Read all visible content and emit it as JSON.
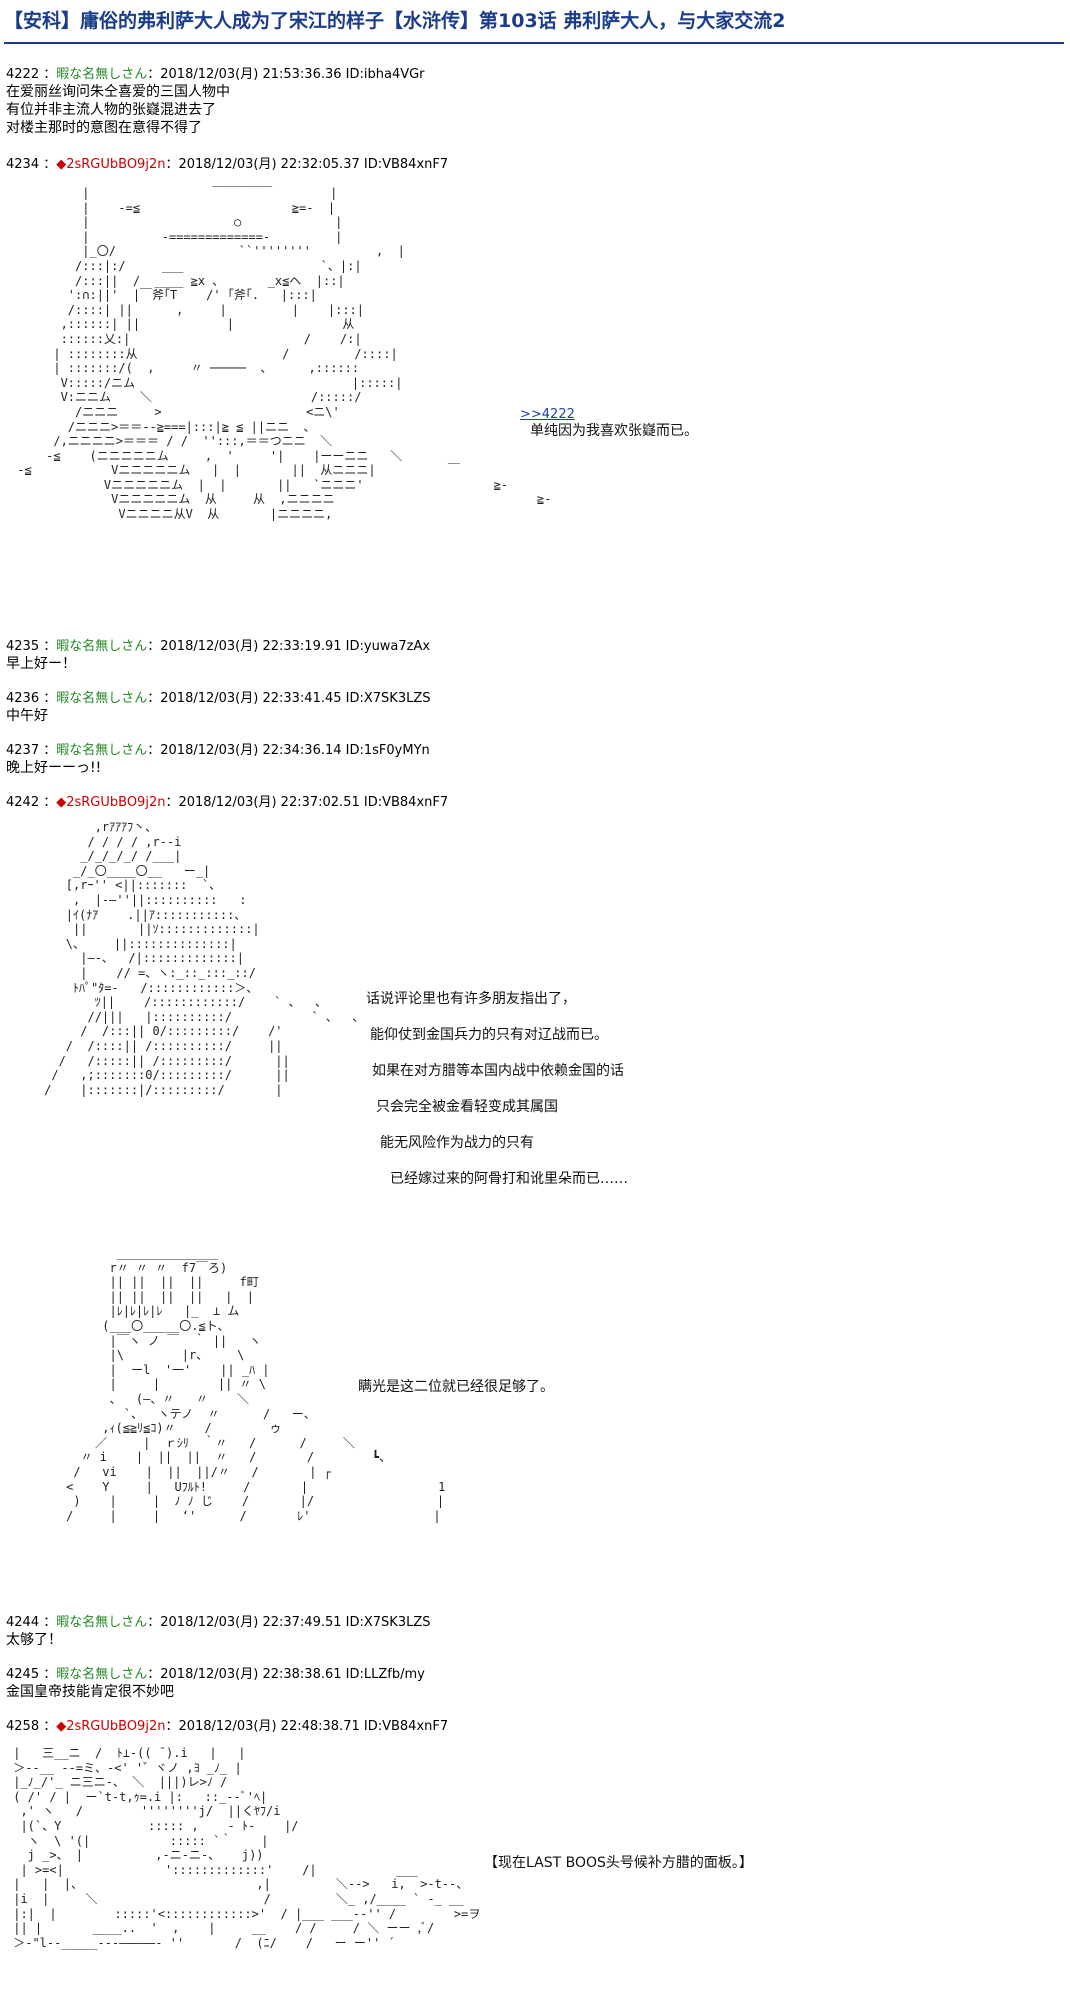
{
  "title": "【安科】庸俗的弗利萨大人成为了宋江的样子【水浒传】第103话 弗利萨大人，与大家交流2",
  "posts": [
    {
      "num": "4222 ：",
      "name": "暇な名無しさん",
      "sep": "：",
      "date": "2018/12/03(月) 21:53:36.36 ID:ibha4VGr",
      "lines": [
        "在爱丽丝询问朱仝喜爱的三国人物中",
        "有位并非主流人物的张嶷混进去了",
        "对楼主那时的意图在意得不得了"
      ]
    },
    {
      "num": "4234 ：",
      "trip": "◆",
      "name": "2sRGUbBO9j2n",
      "sep": "：",
      "date": "2018/12/03(月) 22:32:05.37 ID:VB84xnF7",
      "quote": ">>4222",
      "side": "单纯因为我喜欢张嶷而已。"
    },
    {
      "num": "4235 ：",
      "name": "暇な名無しさん",
      "sep": "：",
      "date": "2018/12/03(月) 22:33:19.91 ID:yuwa7zAx",
      "lines": [
        "早上好ー！"
      ]
    },
    {
      "num": "4236 ：",
      "name": "暇な名無しさん",
      "sep": "：",
      "date": "2018/12/03(月) 22:33:41.45 ID:X7SK3LZS",
      "lines": [
        "中午好"
      ]
    },
    {
      "num": "4237 ：",
      "name": "暇な名無しさん",
      "sep": "：",
      "date": "2018/12/03(月) 22:34:36.14 ID:1sF0yMYn",
      "lines": [
        "晚上好ーーっ!!"
      ]
    },
    {
      "num": "4242 ：",
      "trip": "◆",
      "name": "2sRGUbBO9j2n",
      "sep": "：",
      "date": "2018/12/03(月) 22:37:02.51 ID:VB84xnF7",
      "side_lines": [
        "话说评论里也有许多朋友指出了，",
        "能仰仗到金国兵力的只有对辽战而已。",
        "如果在对方腊等本国内战中依赖金国的话",
        "只会完全被金看轻变成其属国",
        "能无风险作为战力的只有",
        "已经嫁过来的阿骨打和讹里朵而已……"
      ],
      "side2": "瞒光是这二位就已经很足够了。"
    },
    {
      "num": "4244 ：",
      "name": "暇な名無しさん",
      "sep": "：",
      "date": "2018/12/03(月) 22:37:49.51 ID:X7SK3LZS",
      "lines": [
        "太够了！"
      ]
    },
    {
      "num": "4245 ：",
      "name": "暇な名無しさん",
      "sep": "：",
      "date": "2018/12/03(月) 22:38:38.61 ID:LLZfb/my",
      "lines": [
        "金国皇帝技能肯定很不妙吧"
      ]
    },
    {
      "num": "4258 ：",
      "trip": "◆",
      "name": "2sRGUbBO9j2n",
      "sep": "：",
      "date": "2018/12/03(月) 22:48:38.71 ID:VB84xnF7",
      "side": "【现在LAST BOOS头号候补方腊的面板。】"
    }
  ],
  "art": {
    "aa1": "          |                 ￣￣￣￣￣        |\n          |    -=≦                     ≧=-  |\n          |                    ○             |\n          |          -=============-         |\n          |_〇/                 ``''''''''         ,  |\n         /:::|:/     ___                   `、|:|\n         /:::||  /  ____ ≧x 、      _x≦ヘ  |::|\n        ':∩:||'  |￣斧｢T    /' ｢斧｢.   |:::|\n        /::::| ||      ,     |         |    |:::|\n       ,::::::| ||            |               从\n       ::::::乂:|                        /    /:|\n      | ::::::::从                    /         /::::|\n      | :::::::/(  ,     〃 ─────  、     ,::::::\n       V:::::/ニム                              |:::::|\n       V:ニニム    ＼                      /:::::/\n         /ニニニ     >                    <ニ\\'\n        /ニニニ>＝＝--≧===|:::|≧ ≦ ||ニニ  、\n      /,ニニニニ>＝＝＝ / /  '':::,＝＝つニニ  ＼\n     -≦    (ニニニニニム     ,  '     '|    |ーーニニ   ＼\n -≦           Vニニニニニム   |  |       ||  从ニニニ|          ￣\n             Vニニニニニム  |  |       ||   `ニニニ'                  ≧-\n              Vニニニニニム  从     从  ,ニニニニ                            ≧-\n               Vニニニニ从V  从       |ニニニニ,",
    "aa2": "            ,rｱｱｱﾌ丶、\n           / / / / ,r‐-i\n          _/_/_/_/ /___|\n         _/_〇____〇__   ー_|\n        [,rｰ'' <||:::::::  `、\n         ,  |-―''||::::::::::   :\n        |ｲ(ﾅｱ    .||ｱ:::::::::::、\n         ||       ||ｿ:::::::::::::|\n        \\、    ||::::::::::::::|\n          |―‐、  /|:::::::::::::|\n          |    // =、ヽ:_::_:::_::/\n         ﾄﾊﾟ\"ﾀ=-   /::::::::::::＞、\n            ﾂ||    /::::::::::::/    ` 、  、\n           //|||   |::::::::::/           ` 、  、\n          /  /:::|| 0/:::::::::/    /'                 \n        /  /::::|| /::::::::::/     ||\n       /   /:::::|| /:::::::::/      ||\n      /   ,;:::::::0/:::::::::/      ||\n     /    |:::::::|/:::::::::/       |",
    "aa3": "            ______________\n           r〃 〃 〃  f7￣ろ)\n           || ||  ||  ||     f町\n           || ||  ||  ||   |  |\n           |ﾚ|ﾚ|ﾚ|ﾚ   |_  ⊥ ム\n          (___〇_____〇.≦ト、\n           |￣ヽ ノ ￣  ｀ ||   ヽ\n           |\\        |r、    \\\n           |  ーl  '一'    || _ﾊ |\n           |     |        || 〃 \\\n           、  (―、〃   〃    ＼\n             `、  ヽテノ  〃      /   ー、\n          ,ｨ(≦≧ﾘ≦ｺ)〃    /        ゥ\n         ／     |  ｒｼﾘ  ｀〃   /      /     ＼\n       〃 i    |  ||  ||  〃   /       /        ┗、\n      /   vi    |  ||  ||/〃   /       | ┌\n     <    Y     |   Uﾌﾙﾄ!     /       |                  1\n      )    |     |  ﾉ ﾉ じ    /       |/                 |\n     /     |     |   ‘'      /       ﾚ'                 |",
    "aa4": " |   三__ニ  /  ﾄ⊥-(( ̄ ).i   |   |\n ＞--__ --=ミ、‐<' '゛ヾノ ,ﾖ _ﾉ_ |\n |_ﾉ_/'_ ニ三ニ-、 ＼  |||)レ>ﾉ /\n ( /' / |  ー`t-t,ｩ=.i |:   ::_--ﾞ'ﾍ|\n  ,' ヽ   /        ''''''''j/  ||くﾔﾌ/i\n  |(`、Y            ::::: ,    - ﾄ-    |/\n   ヽ  \\ '(|           ::::: `｀    |\n   j _>、 |          ,-ニ-ニ-、   j))\n  | >=<|              ':::::::::::::'    /|           ___\n |   |  |、                        ,|         ＼-->   i,  >-t--、\n |i  |     ＼                       /         ＼_ ,/____ ` -_ __\n |:|  |        :::::'<::::::::::::>'  / |___ ___--'' /        >=ヲ\n || |       ____..  '  ,    |     __    / /     / ＼ ーー ,ﾞ/\n ＞‐\"l--_____---―――――‐ ''       /  (ﾆ/    /   ー ー'' ´"
  }
}
